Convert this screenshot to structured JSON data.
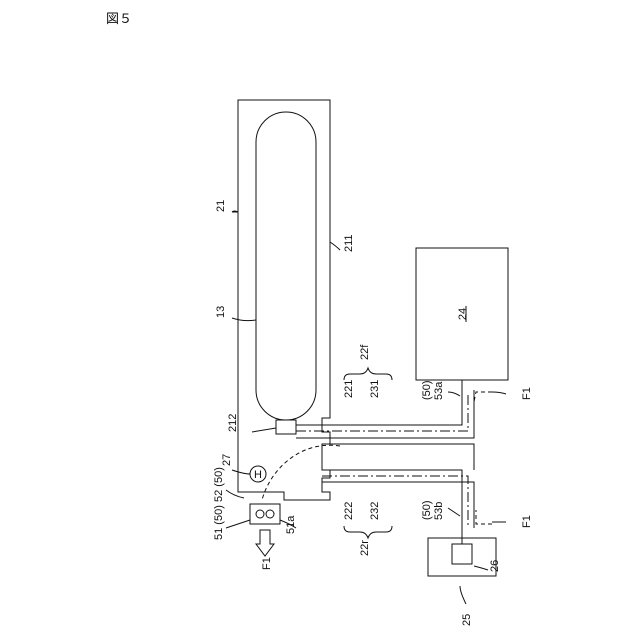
{
  "figure_title": "図５",
  "labels": {
    "l21": "21",
    "l211": "211",
    "l13": "13",
    "l212": "212",
    "l27": "27",
    "l52": "52 (50)",
    "l51": "51 (50)",
    "l51a": "51a",
    "lF1_bottom": "F1",
    "l221": "221",
    "l231": "231",
    "l22f": "22f",
    "l53a_paren": "(50)",
    "l53a": "53a",
    "lF1_top": "F1",
    "l24": "24",
    "l222": "222",
    "l232": "232",
    "l22r": "22r",
    "l53b_paren": "(50)",
    "l53b": "53b",
    "lF1_mid": "F1",
    "l26": "26",
    "l25": "25",
    "hydrogen_symbol": "H"
  }
}
